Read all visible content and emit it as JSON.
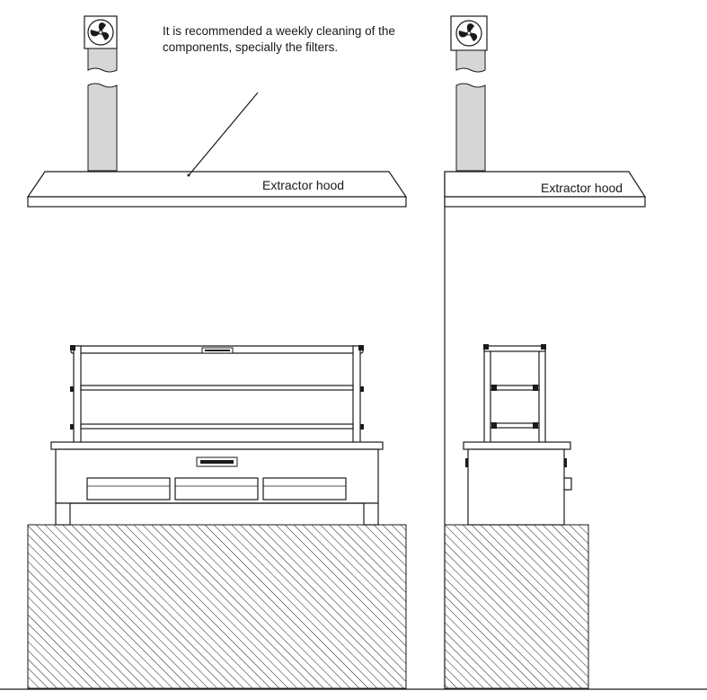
{
  "note": {
    "line1": "It is recommended a weekly cleaning of the",
    "line2": "components, specially the filters."
  },
  "front_view": {
    "hood_label": "Extractor hood",
    "fan_icon": "fan-icon",
    "badge_icon": "brand-plate-icon"
  },
  "side_view": {
    "hood_label": "Extractor hood",
    "fan_icon": "fan-icon"
  },
  "colors": {
    "duct": "#d6d6d6",
    "line": "#1a1a1a",
    "background": "#ffffff"
  }
}
